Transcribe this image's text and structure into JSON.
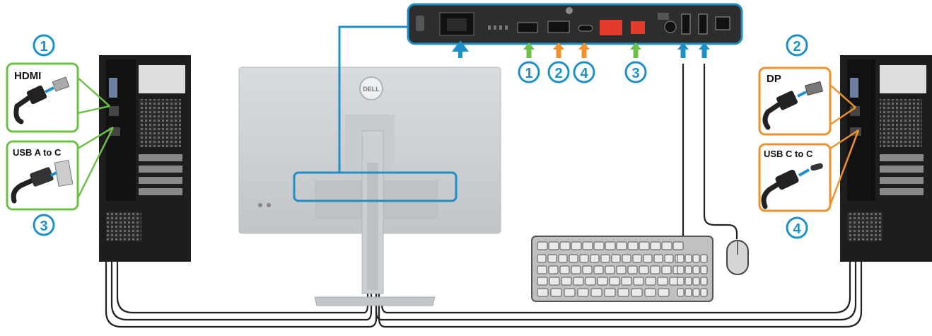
{
  "labels": {
    "left_top_box": "HDMI",
    "left_bottom_box": "USB A to C",
    "right_top_box": "DP",
    "right_bottom_box": "USB C to C"
  },
  "callouts": {
    "left_top": "1",
    "left_bottom": "3",
    "right_top": "2",
    "right_bottom": "4",
    "port_hdmi": "1",
    "port_dp": "2",
    "port_usbc": "4",
    "port_usba": "3"
  },
  "colors": {
    "accent_blue": "#1e90c8",
    "green": "#6cc04a",
    "orange": "#f0922b",
    "red_port": "#e23b2e",
    "pc_body": "#1d1d1d",
    "monitor_body": "#cfd2d4",
    "cable": "#222222"
  },
  "icons": [
    "hdmi-plug-icon",
    "dp-plug-icon",
    "usb-a-plug-icon",
    "usb-c-plug-icon",
    "keyboard-icon",
    "mouse-icon",
    "dell-logo-icon"
  ]
}
